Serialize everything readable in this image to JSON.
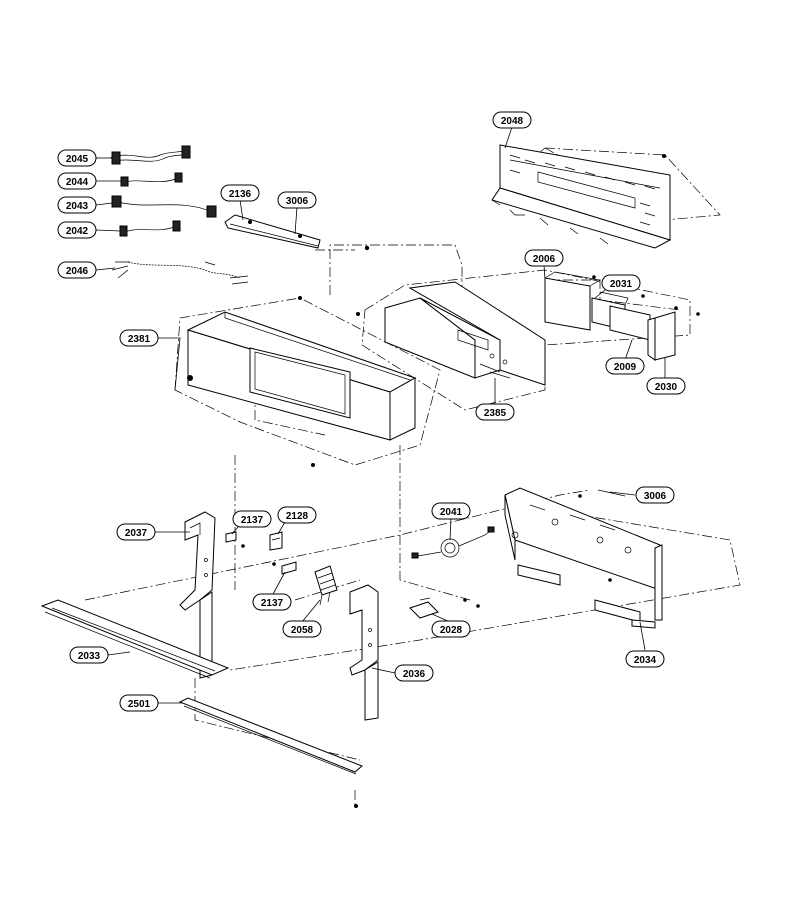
{
  "labels": [
    {
      "id": "2045",
      "text": "2045"
    },
    {
      "id": "2044",
      "text": "2044"
    },
    {
      "id": "2043",
      "text": "2043"
    },
    {
      "id": "2042",
      "text": "2042"
    },
    {
      "id": "2046",
      "text": "2046"
    },
    {
      "id": "2136",
      "text": "2136"
    },
    {
      "id": "3006a",
      "text": "3006"
    },
    {
      "id": "2048",
      "text": "2048"
    },
    {
      "id": "2006",
      "text": "2006"
    },
    {
      "id": "2031",
      "text": "2031"
    },
    {
      "id": "2381",
      "text": "2381"
    },
    {
      "id": "2009",
      "text": "2009"
    },
    {
      "id": "2030",
      "text": "2030"
    },
    {
      "id": "2385",
      "text": "2385"
    },
    {
      "id": "3006b",
      "text": "3006"
    },
    {
      "id": "2041",
      "text": "2041"
    },
    {
      "id": "2037",
      "text": "2037"
    },
    {
      "id": "2137a",
      "text": "2137"
    },
    {
      "id": "2128",
      "text": "2128"
    },
    {
      "id": "2137b",
      "text": "2137"
    },
    {
      "id": "2058",
      "text": "2058"
    },
    {
      "id": "2028",
      "text": "2028"
    },
    {
      "id": "2034",
      "text": "2034"
    },
    {
      "id": "2033",
      "text": "2033"
    },
    {
      "id": "2036",
      "text": "2036"
    },
    {
      "id": "2501",
      "text": "2501"
    }
  ]
}
